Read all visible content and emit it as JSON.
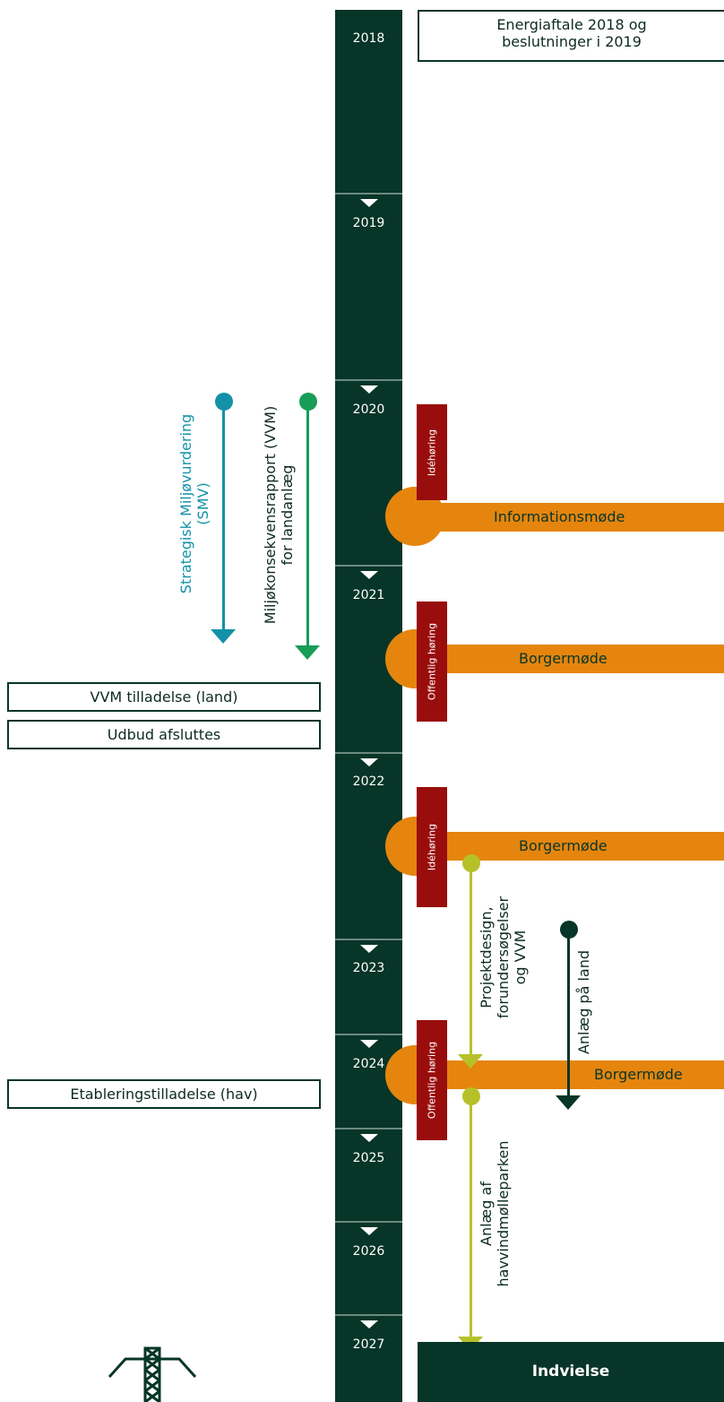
{
  "header_box": {
    "line1": "Energiaftale 2018 og",
    "line2": "beslutninger i 2019"
  },
  "years": [
    "2018",
    "2019",
    "2020",
    "2021",
    "2022",
    "2023",
    "2024",
    "2025",
    "2026",
    "2027"
  ],
  "left_boxes": {
    "vvm_land": "VVM tilladelse (land)",
    "udbud": "Udbud afsluttes",
    "etablering": "Etableringstilladelse (hav)"
  },
  "processes": {
    "smv": "Strategisk Miljøvurdering\n(SMV)",
    "vvm": "Miljøkonsekvensrapport (VVM)\nfor landanlæg",
    "projekt": "Projektdesign,\nforundersøgelser\nog VVM",
    "anlaeg_land": "Anlæg på land",
    "havvind": "Anlæg af\nhavvindmølleparken"
  },
  "hearings": {
    "h1": "Idéhøring",
    "h2": "Offentlig høring",
    "h3": "Idéhøring",
    "h4": "Offentlig høring"
  },
  "meetings": {
    "m1": "Informationsmøde",
    "m2": "Borgermøde",
    "m3": "Borgermøde",
    "m4": "Borgermøde"
  },
  "final": "Indvielse",
  "colors": {
    "timeline": "#073528",
    "meeting": "#e5850e",
    "hearing": "#990d0c",
    "smv": "#1391a8",
    "vvm": "#179d56",
    "projekt": "#b6c12a",
    "anlaeg_land": "#073528"
  },
  "icons": {
    "pylon": "power-pylon-icon"
  }
}
